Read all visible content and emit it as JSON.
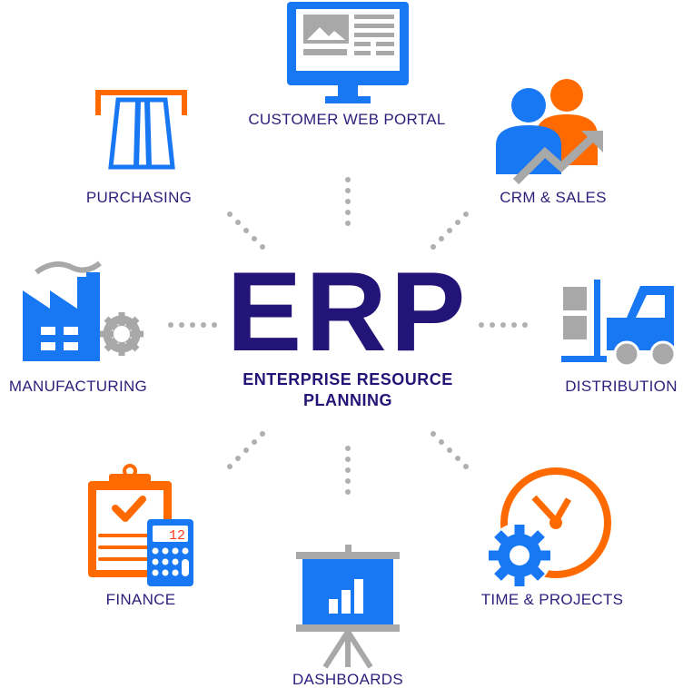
{
  "center": {
    "title": "ERP",
    "subtitle_line1": "ENTERPRISE RESOURCE",
    "subtitle_line2": "PLANNING"
  },
  "modules": {
    "customer_web_portal": "CUSTOMER WEB PORTAL",
    "purchasing": "PURCHASING",
    "crm_sales": "CRM & SALES",
    "manufacturing": "MANUFACTURING",
    "distribution": "DISTRIBUTION",
    "finance": "FINANCE",
    "dashboards": "DASHBOARDS",
    "time_projects": "TIME & PROJECTS"
  },
  "calculator_display": "12",
  "colors": {
    "navy": "#231577",
    "orange": "#ff6a00",
    "blue": "#1877f2",
    "grey": "#a8a8a8"
  }
}
